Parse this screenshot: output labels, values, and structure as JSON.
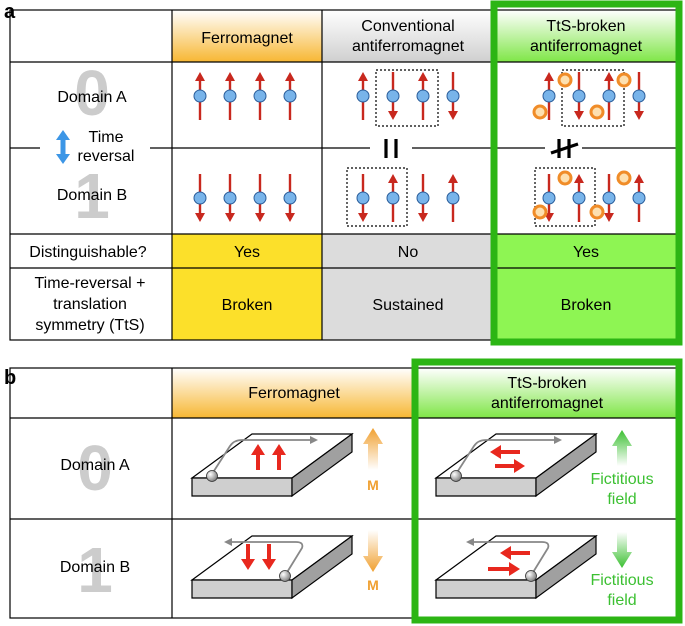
{
  "panel_a": {
    "label": "a",
    "headers": {
      "ferromagnet": "Ferromagnet",
      "conventional_line1": "Conventional",
      "conventional_line2": "antiferromagnet",
      "tts_line1": "TtS-broken",
      "tts_line2": "antiferromagnet"
    },
    "domain_a": {
      "label": "Domain A",
      "digit": "0"
    },
    "domain_b": {
      "label": "Domain B",
      "digit": "1"
    },
    "time_reversal_line1": "Time",
    "time_reversal_line2": "reversal",
    "equal_sign": "=",
    "distinguishable": {
      "label": "Distinguishable?",
      "ferromagnet": "Yes",
      "conventional": "No",
      "tts": "Yes"
    },
    "tts_symmetry": {
      "label_line1": "Time-reversal +",
      "label_line2": "translation",
      "label_line3": "symmetry (TtS)",
      "ferromagnet": "Broken",
      "conventional": "Sustained",
      "tts": "Broken"
    }
  },
  "panel_b": {
    "label": "b",
    "headers": {
      "ferromagnet": "Ferromagnet",
      "tts_line1": "TtS-broken",
      "tts_line2": "antiferromagnet"
    },
    "domain_a": {
      "label": "Domain A",
      "digit": "0"
    },
    "domain_b": {
      "label": "Domain B",
      "digit": "1"
    },
    "magnetization_label": "M",
    "fictitious_line1": "Fictitious",
    "fictitious_line2": "field"
  },
  "colors": {
    "ferro_header": "#f7b733",
    "yellow_cell": "#fce02a",
    "gray_cell": "#dcdcdc",
    "green_cell": "#8ef553",
    "green_frame": "#2cb514",
    "spin_arrow": "#c8281e",
    "atom_blue": "#78b4ea",
    "atom_orange": "#f08c28",
    "m_orange": "#f0a030",
    "fict_green": "#3cc032",
    "time_reversal_blue": "#3c96e6"
  }
}
